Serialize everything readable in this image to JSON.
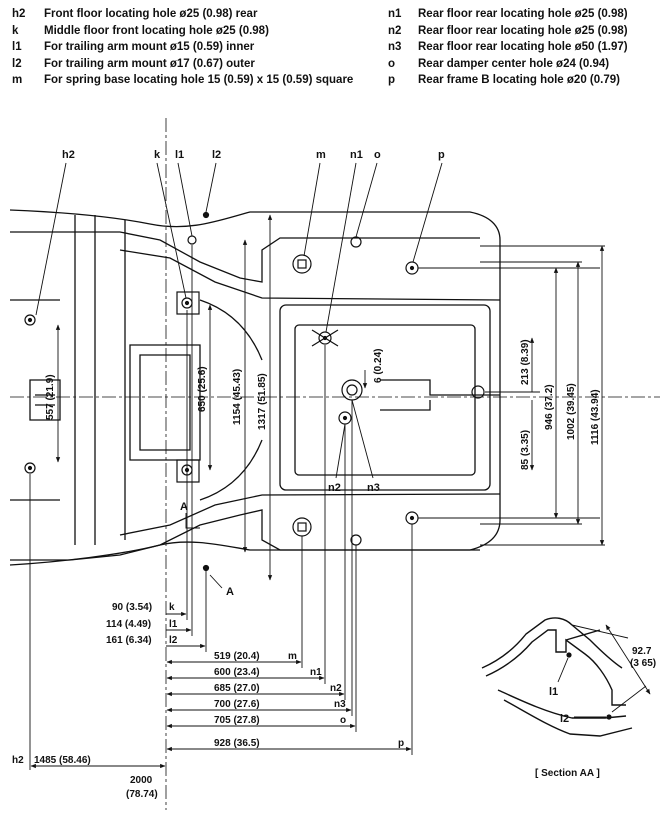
{
  "legend": {
    "left": [
      {
        "code": "h2",
        "text": "Front floor locating hole ø25 (0.98) rear"
      },
      {
        "code": "k",
        "text": "Middle floor front locating hole ø25 (0.98)"
      },
      {
        "code": "l1",
        "text": "For trailing arm mount ø15 (0.59) inner"
      },
      {
        "code": "l2",
        "text": "For trailing arm mount ø17 (0.67) outer"
      },
      {
        "code": "m",
        "text": "For spring base locating hole 15 (0.59) x 15 (0.59) square"
      }
    ],
    "right": [
      {
        "code": "n1",
        "text": "Rear floor rear locating hole ø25 (0.98)"
      },
      {
        "code": "n2",
        "text": "Rear floor rear locating hole ø25 (0.98)"
      },
      {
        "code": "n3",
        "text": "Rear floor rear locating hole ø50 (1.97)"
      },
      {
        "code": "o",
        "text": "Rear damper center hole ø24 (0.94)"
      },
      {
        "code": "p",
        "text": "Rear frame B locating hole ø20 (0.79)"
      }
    ]
  },
  "callouts": {
    "h2": "h2",
    "k": "k",
    "l1": "l1",
    "l2": "l2",
    "m": "m",
    "n1": "n1",
    "o": "o",
    "p": "p",
    "n2": "n2",
    "n3": "n3",
    "a_top": "A",
    "a_bottom": "A"
  },
  "vertical_dims": {
    "d557": "557 (21.9)",
    "d650": "650 (25.6)",
    "d1154": "1154 (45.43)",
    "d1317": "1317 (51.85)",
    "d6": "6 (0.24)",
    "d213": "213 (8.39)",
    "d85": "85 (3.35)",
    "d946": "946 (37.2)",
    "d1002": "1002 (39.45)",
    "d1116": "1116 (43.94)"
  },
  "horizontal_dims": [
    {
      "value": "90 (3.54)",
      "ref": "k"
    },
    {
      "value": "114 (4.49)",
      "ref": "l1"
    },
    {
      "value": "161 (6.34)",
      "ref": "l2"
    },
    {
      "value": "519 (20.4)",
      "ref": "m"
    },
    {
      "value": "600 (23.4)",
      "ref": "n1"
    },
    {
      "value": "685 (27.0)",
      "ref": "n2"
    },
    {
      "value": "700 (27.6)",
      "ref": "n3"
    },
    {
      "value": "705 (27.8)",
      "ref": "o"
    },
    {
      "value": "928 (36.5)",
      "ref": "p"
    }
  ],
  "bottom_dims": {
    "h2_code": "h2",
    "h2_value": "1485 (58.46)",
    "total_line1": "2000",
    "total_line2": "(78.74)"
  },
  "section": {
    "dim_line1": "92.7",
    "dim_line2": "(3 65)",
    "l1": "l1",
    "l2": "l2",
    "caption": "[ Section AA ]"
  }
}
